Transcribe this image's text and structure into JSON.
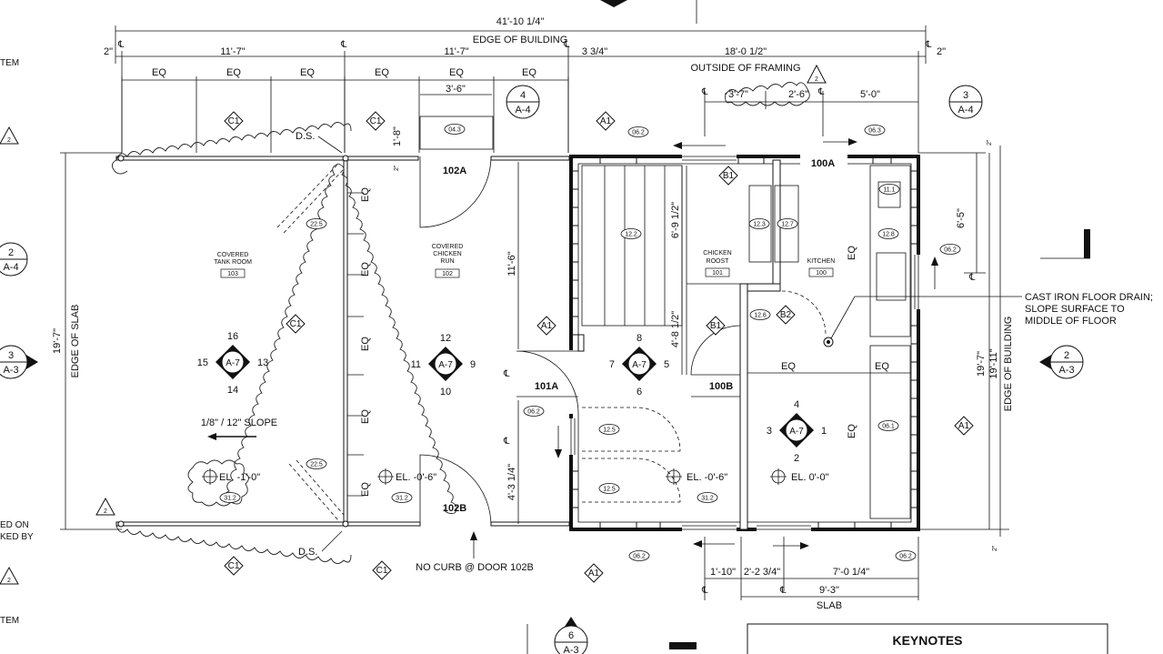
{
  "edge_labels": {
    "overall_width": "41'-10 1/4\"",
    "edge_of_building_top": "EDGE OF BUILDING",
    "outside_of_framing": "OUTSIDE OF FRAMING",
    "edge_of_slab": "EDGE OF SLAB",
    "edge_of_building_right": "EDGE OF BUILDING",
    "slab": "SLAB"
  },
  "dims": {
    "d_2in_left": "2\"",
    "d_11_7_a": "11'-7\"",
    "d_11_7_b": "11'-7\"",
    "d_3_3_4": "3 3/4\"",
    "d_18_0_5": "18'-0 1/2\"",
    "d_2in_right": "2\"",
    "eq": "EQ",
    "d_3_6": "3'-6\"",
    "d_1_8": "1'-8\"",
    "d_2in_v": "2\"",
    "d_3_7": "3'-7\"",
    "d_2_6": "2'-6\"",
    "d_5_0": "5'-0\"",
    "d_6_9_5": "6'-9 1/2\"",
    "d_4_8_5": "4'-8 1/2\"",
    "d_11_6": "11'-6\"",
    "d_4_3_25": "4'-3 1/4\"",
    "d_19_7_left": "19'-7\"",
    "d_6_5": "6'-5\"",
    "d_2in_rt": "2\"",
    "d_19_7_right": "19'-7\"",
    "d_19_11": "19'-11\"",
    "d_2in_rb": "2\"",
    "d_1_10": "1'-10\"",
    "d_2_2_75": "2'-2 3/4\"",
    "d_7_0_25": "7'-0 1/4\"",
    "d_9_3": "9'-3\""
  },
  "rooms": [
    {
      "name": "COVERED\nTANK ROOM",
      "number": "103"
    },
    {
      "name": "COVERED\nCHICKEN\nRUN",
      "number": "102"
    },
    {
      "name": "CHICKEN\nROOST",
      "number": "101"
    },
    {
      "name": "KITCHEN",
      "number": "100"
    }
  ],
  "doors": [
    "102A",
    "102B",
    "101A",
    "100A",
    "100B"
  ],
  "elevations": {
    "el_tank": "EL. -1'-0\"",
    "el_run": "EL. -0'-6\"",
    "el_roost": "EL. -0'-6\"",
    "el_kitchen": "EL. 0'-0\""
  },
  "notes": {
    "ds_top": "D.S.",
    "ds_bottom": "D.S.",
    "slope": "1/8\" / 12\" SLOPE",
    "no_curb": "NO CURB @ DOOR 102B",
    "drain_1": "CAST IRON FLOOR DRAIN;",
    "drain_2": "SLOPE SURFACE TO",
    "drain_3": "MIDDLE OF FLOOR",
    "keynotes": "KEYNOTES"
  },
  "keynote_tags": [
    "04.3",
    "06.2",
    "06.3",
    "22.5",
    "12.2",
    "12.3",
    "12.7",
    "11.1",
    "12.8",
    "06.2",
    "12.6",
    "06.2",
    "12.5",
    "12.5",
    "31.2",
    "31.2",
    "22.5",
    "31.2",
    "06.1",
    "06.2",
    "06.2"
  ],
  "wall_tags": [
    "C1",
    "C1",
    "C1",
    "C1",
    "A1",
    "A1",
    "A1",
    "A1",
    "B1",
    "B1",
    "B2"
  ],
  "section_markers": [
    {
      "num": "4",
      "sheet": "A-4"
    },
    {
      "num": "3",
      "sheet": "A-4"
    },
    {
      "num": "2",
      "sheet": "A-4"
    },
    {
      "num": "3",
      "sheet": "A-3"
    },
    {
      "num": "2",
      "sheet": "A-3"
    },
    {
      "num": "6",
      "sheet": "A-3"
    }
  ],
  "interior_elevations": [
    {
      "sheet": "A-7",
      "top": "16",
      "left": "15",
      "right": "13",
      "bottom": "14"
    },
    {
      "sheet": "A-7",
      "top": "12",
      "left": "11",
      "right": "9",
      "bottom": "10"
    },
    {
      "sheet": "A-7",
      "top": "8",
      "left": "7",
      "right": "5",
      "bottom": "6"
    },
    {
      "sheet": "A-7",
      "top": "4",
      "left": "3",
      "right": "1",
      "bottom": "2"
    }
  ],
  "revision_tags": [
    "2",
    "2",
    "2",
    "2"
  ],
  "left_cropped_text": [
    "TEM",
    "ED ON",
    "KED BY",
    "TEM"
  ]
}
